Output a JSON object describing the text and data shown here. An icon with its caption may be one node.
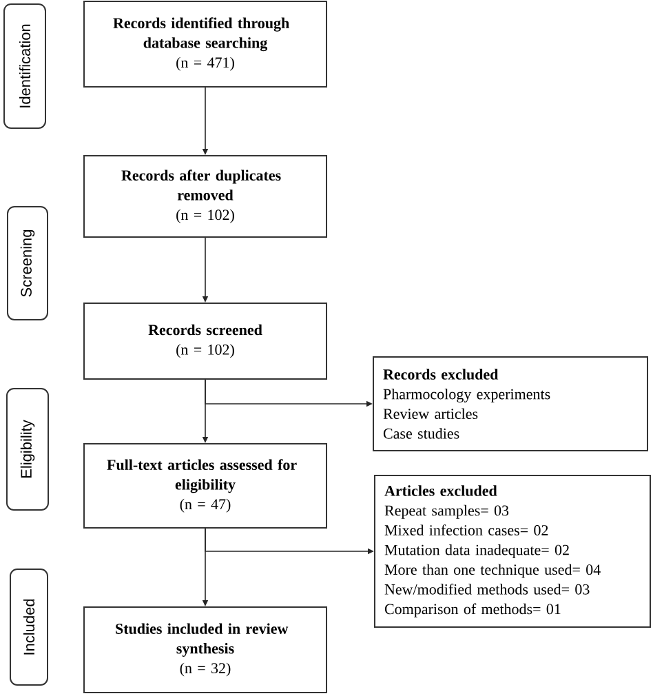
{
  "diagram": {
    "nodes": [
      {
        "text": [
          "Identification"
        ]
      },
      {
        "text": [
          "Records identified through database searching",
          "(n = 471)"
        ]
      },
      {
        "text": [
          "Records after duplicates removed",
          "(n = 102)"
        ]
      },
      {
        "text": [
          "Screening"
        ]
      },
      {
        "text": [
          "Records screened",
          "(n = 102)"
        ]
      },
      {
        "text": [
          "Records excluded",
          "Pharmocology experiments",
          "Review articles",
          "Case studies"
        ]
      },
      {
        "text": [
          "Eligibility"
        ]
      },
      {
        "text": [
          "Full-text articles assessed for eligibility",
          "(n = 47)"
        ]
      },
      {
        "text": [
          "Articles excluded",
          "Repeat samples= 03",
          "Mixed infection cases= 02",
          "Mutation data inadequate= 02",
          "More than one technique used= 04",
          "New/modified methods used= 03",
          "Comparison of methods= 01"
        ]
      },
      {
        "text": [
          "Included"
        ]
      },
      {
        "text": [
          "Studies included in review synthesis",
          "(n = 32)"
        ]
      }
    ],
    "edges": [
      {
        "from": 1,
        "to": 2,
        "arrow": "to"
      },
      {
        "from": 2,
        "to": 4,
        "arrow": "to"
      },
      {
        "from": 4,
        "to": 7,
        "arrow": "to"
      },
      {
        "from": 4,
        "to": 5,
        "arrow": "to"
      },
      {
        "from": 7,
        "to": 10,
        "arrow": "to"
      },
      {
        "from": 7,
        "to": 8,
        "arrow": "to"
      }
    ]
  }
}
